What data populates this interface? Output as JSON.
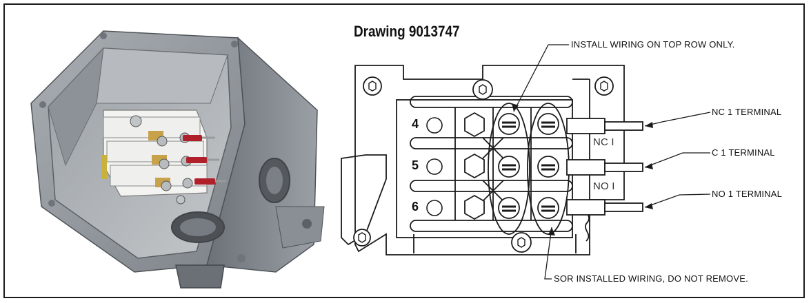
{
  "drawing": {
    "title": "Drawing 9013747"
  },
  "callouts": {
    "install_top_row": "INSTALL WIRING ON TOP ROW ONLY.",
    "nc1_terminal": "NC 1 TERMINAL",
    "c1_terminal": "C 1 TERMINAL",
    "no1_terminal": "NO 1 TERMINAL",
    "sor_installed": "SOR INSTALLED WIRING, DO NOT REMOVE."
  },
  "terminal_labels": {
    "row_4": "4",
    "row_5": "5",
    "row_6": "6",
    "nc_mark": "NC I",
    "no_mark": "NO I"
  },
  "colors": {
    "housing": "#8e9399",
    "housing_dark": "#5f646a",
    "terminal_block": "#eeeeee",
    "wire_red": "#b0202a",
    "brass": "#c8a24a",
    "line": "#1a1a1a"
  }
}
